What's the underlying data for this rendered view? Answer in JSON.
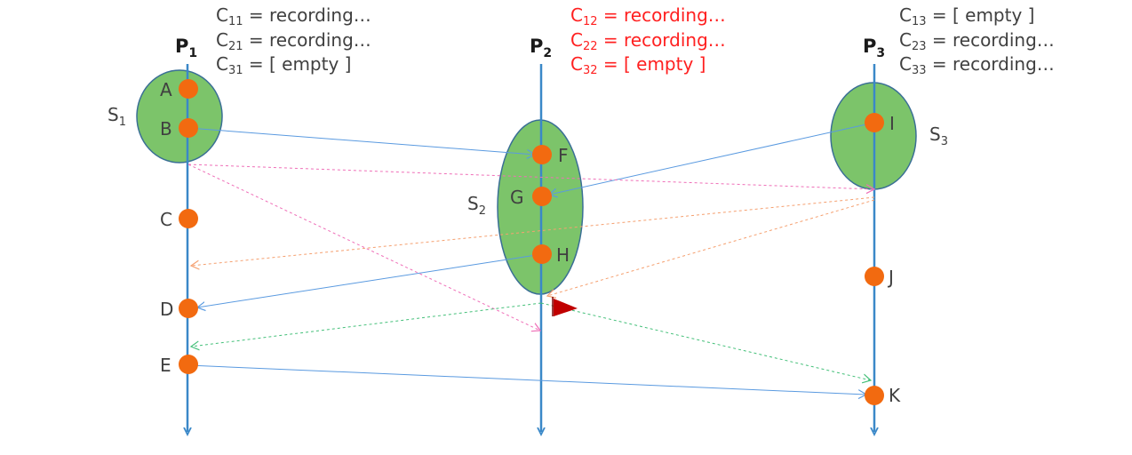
{
  "processes": [
    {
      "name": "P",
      "sub": "1"
    },
    {
      "name": "P",
      "sub": "2"
    },
    {
      "name": "P",
      "sub": "3"
    }
  ],
  "channel_states": {
    "p1": [
      {
        "base": "C",
        "sub": "11",
        "text": " = recording…"
      },
      {
        "base": "C",
        "sub": "21",
        "text": " = recording…"
      },
      {
        "base": "C",
        "sub": "31",
        "text": " = [ empty ]"
      }
    ],
    "p2": [
      {
        "base": "C",
        "sub": "12",
        "text": " = recording…"
      },
      {
        "base": "C",
        "sub": "22",
        "text": " = recording…"
      },
      {
        "base": "C",
        "sub": "32",
        "text": " = [ empty ]"
      }
    ],
    "p3": [
      {
        "base": "C",
        "sub": "13",
        "text": " = [ empty ]"
      },
      {
        "base": "C",
        "sub": "23",
        "text": " = recording…"
      },
      {
        "base": "C",
        "sub": "33",
        "text": " = recording…"
      }
    ]
  },
  "snapshots": [
    {
      "base": "S",
      "sub": "1"
    },
    {
      "base": "S",
      "sub": "2"
    },
    {
      "base": "S",
      "sub": "3"
    }
  ],
  "events": [
    "A",
    "B",
    "C",
    "D",
    "E",
    "F",
    "G",
    "H",
    "I",
    "J",
    "K"
  ],
  "colors": {
    "axis": "#3a88c8",
    "event": "#f26a10",
    "snapshot_fill": "#7cc46a",
    "snapshot_stroke": "#3a6f95",
    "text": "#404040",
    "highlight_text": "#ff2020",
    "msg_blue": "#5a9ae0",
    "msg_pink": "#ef6fb8",
    "msg_orange": "#f5a070",
    "msg_green": "#45c07a",
    "flag": "#c00000"
  },
  "flag_icon": "marker-flag"
}
